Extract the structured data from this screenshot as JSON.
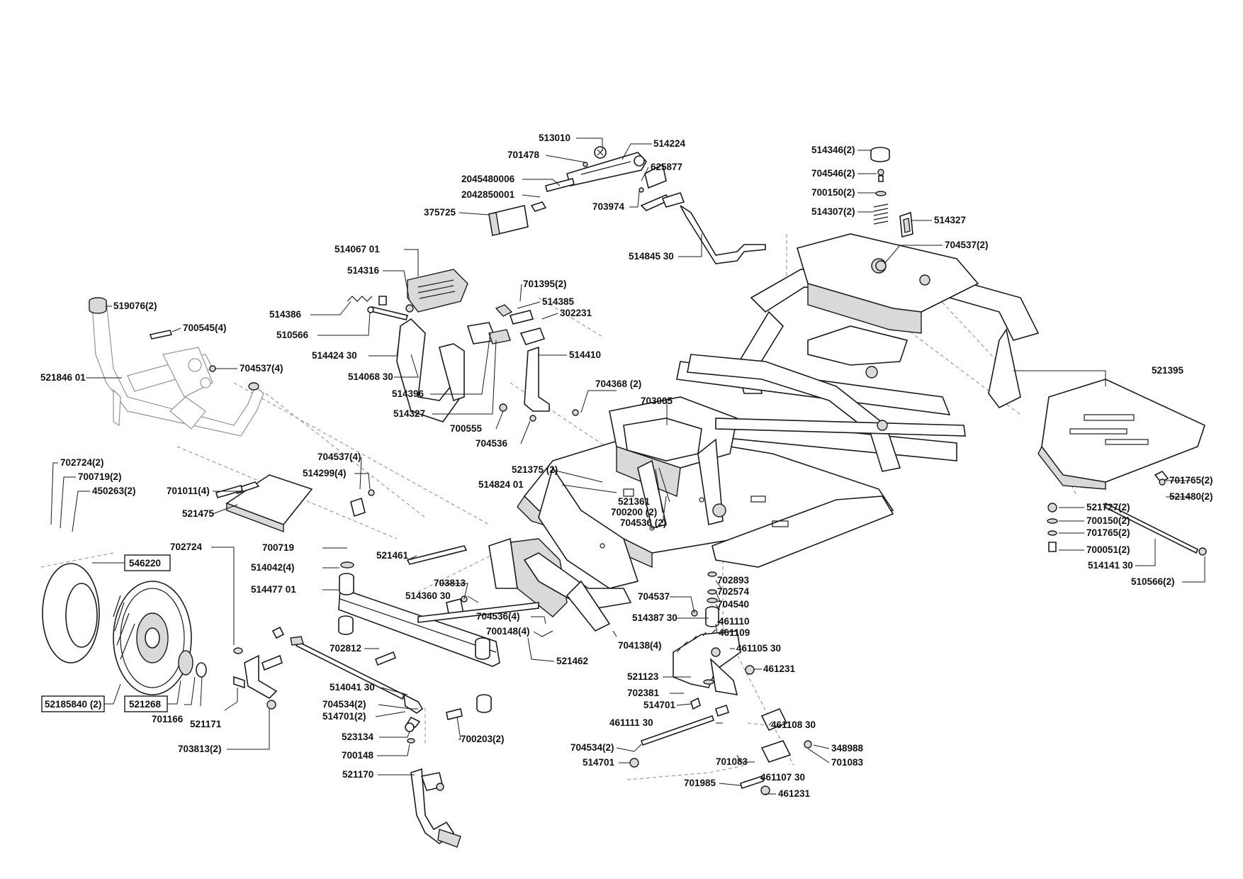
{
  "labels": [
    {
      "id": "513010",
      "text": "513010"
    },
    {
      "id": "514224",
      "text": "514224"
    },
    {
      "id": "701478",
      "text": "701478"
    },
    {
      "id": "625877",
      "text": "625877"
    },
    {
      "id": "2045480006",
      "text": "2045480006"
    },
    {
      "id": "2042850001",
      "text": "2042850001"
    },
    {
      "id": "703974",
      "text": "703974"
    },
    {
      "id": "375725",
      "text": "375725"
    },
    {
      "id": "514845-30",
      "text": "514845 30"
    },
    {
      "id": "514346-2",
      "text": "514346(2)"
    },
    {
      "id": "704546-2",
      "text": "704546(2)"
    },
    {
      "id": "700150-2-top",
      "text": "700150(2)"
    },
    {
      "id": "514307-2",
      "text": "514307(2)"
    },
    {
      "id": "514327-top",
      "text": "514327"
    },
    {
      "id": "704537-2",
      "text": "704537(2)"
    },
    {
      "id": "514067-01",
      "text": "514067 01"
    },
    {
      "id": "514316",
      "text": "514316"
    },
    {
      "id": "701395-2",
      "text": "701395(2)"
    },
    {
      "id": "514385",
      "text": "514385"
    },
    {
      "id": "302231",
      "text": "302231"
    },
    {
      "id": "514386",
      "text": "514386"
    },
    {
      "id": "510566",
      "text": "510566"
    },
    {
      "id": "514424-30",
      "text": "514424 30"
    },
    {
      "id": "514068-30",
      "text": "514068 30"
    },
    {
      "id": "514410",
      "text": "514410"
    },
    {
      "id": "514396",
      "text": "514396"
    },
    {
      "id": "514327-mid",
      "text": "514327"
    },
    {
      "id": "700555",
      "text": "700555"
    },
    {
      "id": "704536",
      "text": "704536"
    },
    {
      "id": "519076-2",
      "text": "519076(2)"
    },
    {
      "id": "700545-4",
      "text": "700545(4)"
    },
    {
      "id": "704537-4",
      "text": "704537(4)"
    },
    {
      "id": "521846-01",
      "text": "521846 01"
    },
    {
      "id": "704368-2",
      "text": "704368 (2)"
    },
    {
      "id": "703005",
      "text": "703005"
    },
    {
      "id": "521395",
      "text": "521395"
    },
    {
      "id": "704537-4-01",
      "text": "704537(4)"
    },
    {
      "id": "514299-4",
      "text": "514299(4)"
    },
    {
      "id": "521375-2",
      "text": "521375 (2)"
    },
    {
      "id": "514824-01",
      "text": "514824 01"
    },
    {
      "id": "521361",
      "text": "521361"
    },
    {
      "id": "700200-2",
      "text": "700200 (2)"
    },
    {
      "id": "704536-2",
      "text": "704536 (2)"
    },
    {
      "id": "702724-2",
      "text": "702724(2)"
    },
    {
      "id": "700719-2",
      "text": "700719(2)"
    },
    {
      "id": "450263-2",
      "text": "450263(2)"
    },
    {
      "id": "701011-4",
      "text": "701011(4)"
    },
    {
      "id": "521475",
      "text": "521475"
    },
    {
      "id": "701765-2-a",
      "text": "701765(2)"
    },
    {
      "id": "521480-2",
      "text": "521480(2)"
    },
    {
      "id": "521727-2",
      "text": "521727(2)"
    },
    {
      "id": "700150-2-right",
      "text": "700150(2)"
    },
    {
      "id": "701765-2-b",
      "text": "701765(2)"
    },
    {
      "id": "700051-2",
      "text": "700051(2)"
    },
    {
      "id": "514141-30",
      "text": "514141 30"
    },
    {
      "id": "510566-2",
      "text": "510566(2)"
    },
    {
      "id": "702724",
      "text": "702724"
    },
    {
      "id": "700719",
      "text": "700719"
    },
    {
      "id": "546220",
      "text": "546220"
    },
    {
      "id": "514042-4",
      "text": "514042(4)"
    },
    {
      "id": "521461",
      "text": "521461"
    },
    {
      "id": "514477-01",
      "text": "514477 01"
    },
    {
      "id": "703813",
      "text": "703813"
    },
    {
      "id": "514360-30",
      "text": "514360 30"
    },
    {
      "id": "702893",
      "text": "702893"
    },
    {
      "id": "702574",
      "text": "702574"
    },
    {
      "id": "704537-c",
      "text": "704537"
    },
    {
      "id": "704540",
      "text": "704540"
    },
    {
      "id": "514387-30",
      "text": "514387 30"
    },
    {
      "id": "461110",
      "text": "461110"
    },
    {
      "id": "704536-4",
      "text": "704536(4)"
    },
    {
      "id": "461109",
      "text": "461109"
    },
    {
      "id": "700148-4",
      "text": "700148(4)"
    },
    {
      "id": "704138-4",
      "text": "704138(4)"
    },
    {
      "id": "461105-30",
      "text": "461105 30"
    },
    {
      "id": "702812",
      "text": "702812"
    },
    {
      "id": "521462",
      "text": "521462"
    },
    {
      "id": "461231-a",
      "text": "461231"
    },
    {
      "id": "521123",
      "text": "521123"
    },
    {
      "id": "702381",
      "text": "702381"
    },
    {
      "id": "514041-30",
      "text": "514041 30"
    },
    {
      "id": "514701-a",
      "text": "514701"
    },
    {
      "id": "52185840-2",
      "text": "52185840 (2)"
    },
    {
      "id": "521268",
      "text": "521268"
    },
    {
      "id": "704534-2-a",
      "text": "704534(2)"
    },
    {
      "id": "514701-2",
      "text": "514701(2)"
    },
    {
      "id": "461111-30",
      "text": "461111 30"
    },
    {
      "id": "461108-30",
      "text": "461108 30"
    },
    {
      "id": "701166",
      "text": "701166"
    },
    {
      "id": "521171",
      "text": "521171"
    },
    {
      "id": "523134",
      "text": "523134"
    },
    {
      "id": "700203-2",
      "text": "700203(2)"
    },
    {
      "id": "703813-2",
      "text": "703813(2)"
    },
    {
      "id": "700148",
      "text": "700148"
    },
    {
      "id": "704534-2-b",
      "text": "704534(2)"
    },
    {
      "id": "348988",
      "text": "348988"
    },
    {
      "id": "514701-b",
      "text": "514701"
    },
    {
      "id": "701083-a",
      "text": "701083"
    },
    {
      "id": "701083-b",
      "text": "701083"
    },
    {
      "id": "461107-30",
      "text": "461107 30"
    },
    {
      "id": "521170",
      "text": "521170"
    },
    {
      "id": "701985",
      "text": "701985"
    },
    {
      "id": "461231-b",
      "text": "461231"
    }
  ]
}
